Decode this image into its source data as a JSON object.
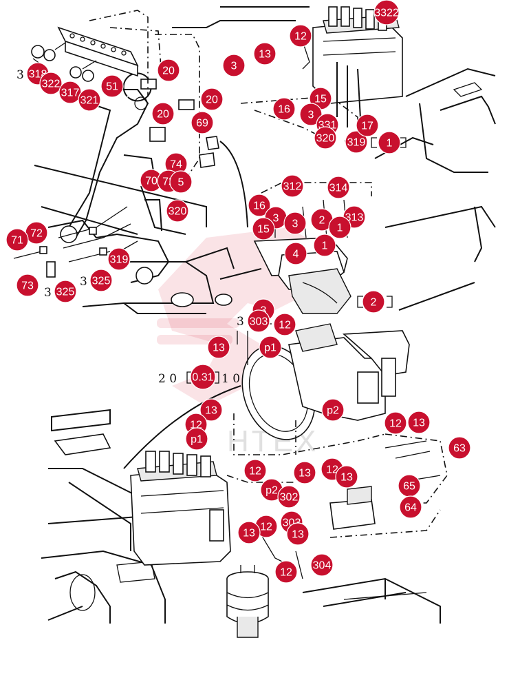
{
  "watermark": {
    "text": "HTEX",
    "color": "#d9263a"
  },
  "colors": {
    "callout": "#c8102e",
    "callout_text": "#ffffff",
    "line": "#111111"
  },
  "printed_numbers": [
    {
      "id": "pn1",
      "text": "3"
    },
    {
      "id": "pn2",
      "text": "3"
    },
    {
      "id": "pn3",
      "text": "2 0"
    },
    {
      "id": "pn4",
      "text": "1 0"
    },
    {
      "id": "pn5",
      "text": "3"
    },
    {
      "id": "pn6",
      "text": "3"
    },
    {
      "id": "pn7",
      "text": "3"
    }
  ],
  "callouts": [
    "3322",
    "12",
    "13",
    "3",
    "318",
    "322",
    "317",
    "321",
    "51",
    "20",
    "20",
    "20",
    "69",
    "15",
    "16",
    "3",
    "331",
    "320",
    "319",
    "17",
    "1",
    "74",
    "70",
    "72",
    "5",
    "320",
    "312",
    "314",
    "16",
    "3",
    "15",
    "2",
    "313",
    "1",
    "1",
    "4",
    "3",
    "72",
    "71",
    "319",
    "73",
    "325",
    "325",
    "2",
    "3",
    "303",
    "12",
    "13",
    "p1",
    "0.31",
    "13",
    "12",
    "p1",
    "p2",
    "12",
    "13",
    "63",
    "12",
    "13",
    "12",
    "13",
    "p2",
    "302",
    "65",
    "64",
    "303",
    "12",
    "13",
    "13",
    "12",
    "304"
  ]
}
